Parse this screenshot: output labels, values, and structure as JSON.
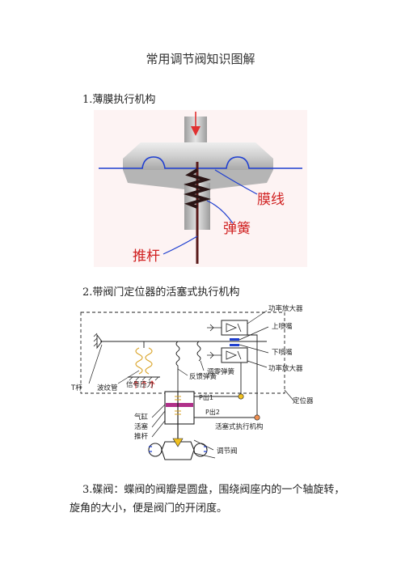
{
  "title": "常用调节阀知识图解",
  "sections": [
    {
      "heading": "1.薄膜执行机构"
    },
    {
      "heading": "2.带阀门定位器的活塞式执行机构"
    }
  ],
  "fig1": {
    "labels": {
      "membrane": "膜线",
      "spring": "弹簧",
      "push_rod": "推杆"
    },
    "colors": {
      "bg": "#fdf3f3",
      "body": "#c9c9c9",
      "membrane": "#1f3fd0",
      "arrow": "#e03030",
      "rod": "#5a1a1a",
      "label": "#d02020"
    }
  },
  "fig2": {
    "labels": {
      "power_amp_top": "功率放大器",
      "upper_nozzle": "上喷嘴",
      "lower_nozzle": "下喷嘴",
      "power_amp_bottom": "功率放大器",
      "zero_spring": "调零弹簧",
      "feedback_spring": "反馈弹簧",
      "lever": "T杆",
      "bellows": "波纹管",
      "signal_pressure": "信号压力",
      "positioner": "定位器",
      "cylinder": "气缸",
      "piston": "活塞",
      "push_rod": "推杆",
      "p_in": "P出1",
      "p_out": "P出2",
      "piston_actuator": "活塞式执行机构",
      "control_valve": "调节阀"
    }
  },
  "paragraph": {
    "line1": "3.碟阀：蝶阀的阀瓣是圆盘，围绕阀座内的一个轴旋转，",
    "line2": "旋角的大小，便是阀门的开闭度。"
  }
}
